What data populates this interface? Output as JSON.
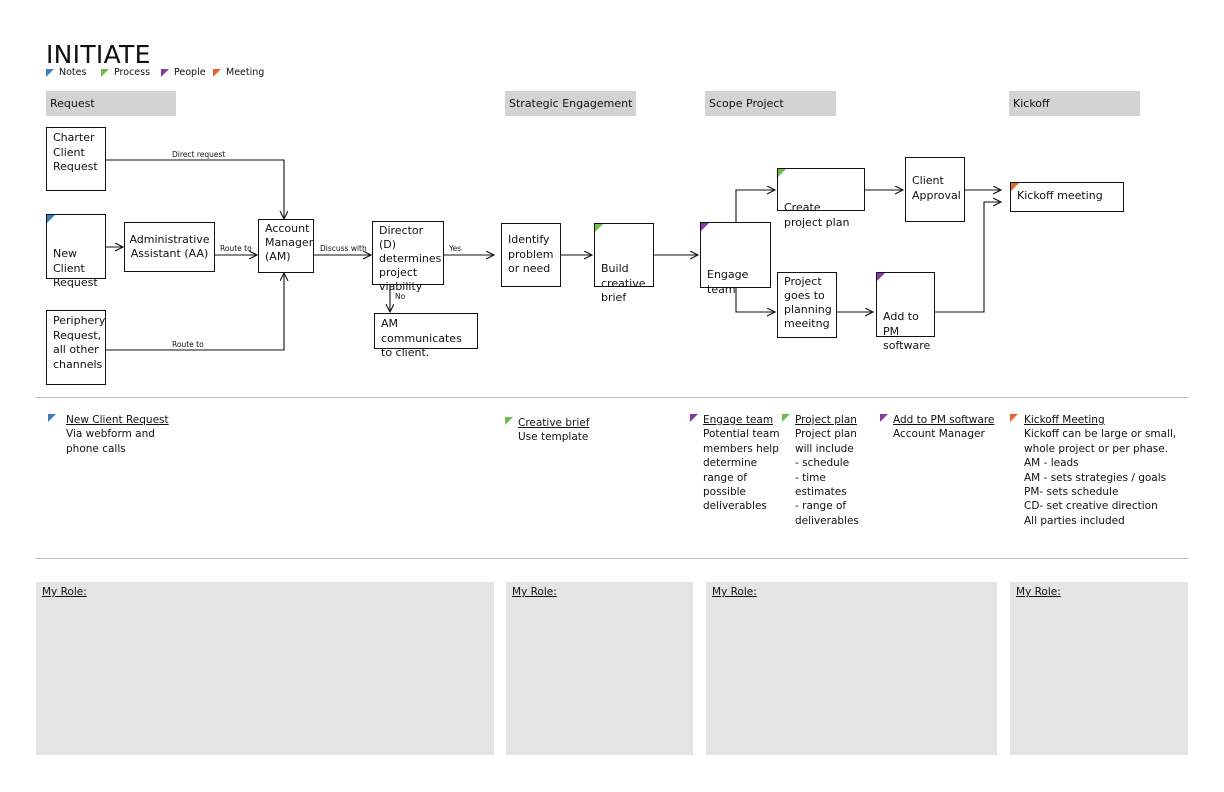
{
  "title": "INITIATE",
  "colors": {
    "notes": "#3b7ec2",
    "process": "#6cc04a",
    "people": "#8a3aa8",
    "meeting": "#e8642a"
  },
  "legend": [
    {
      "label": "Notes",
      "color": "#3b7ec2"
    },
    {
      "label": "Process",
      "color": "#6cc04a"
    },
    {
      "label": "People",
      "color": "#8a3aa8"
    },
    {
      "label": "Meeting",
      "color": "#e8642a"
    }
  ],
  "phases": [
    "Request",
    "Strategic Engagement",
    "Scope Project",
    "Kickoff"
  ],
  "nodes": {
    "charter": "Charter\nClient\nRequest",
    "new_client": "New\nClient\nRequest",
    "periphery": "Periphery\nRequest,\nall other\nchannels",
    "admin": "Administrative\nAssistant (AA)",
    "account_manager": "Account\nManager\n(AM)",
    "director": "Director (D)\ndetermines\nproject\nviability",
    "am_communicates": "AM communicates\nto client.",
    "identify": "Identify\nproblem\nor need",
    "build_brief": "Build\ncreative\nbrief",
    "engage_team": "Engage\nteam",
    "create_plan": "Create\nproject plan",
    "planning_meeting": "Project\ngoes to\nplanning\nmeeitng",
    "client_approval": "Client\nApproval",
    "add_pm": "Add to\nPM\nsoftware",
    "kickoff": "Kickoff meeting"
  },
  "edge_labels": {
    "direct_request": "Direct request",
    "route_to_1": "Route to",
    "route_to_2": "Route to",
    "discuss_with": "Discuss with",
    "yes": "Yes",
    "no": "No"
  },
  "notes": [
    {
      "title": "New Client Request",
      "body": "Via webform and\nphone calls",
      "color": "#3b7ec2"
    },
    {
      "title": "Creative brief",
      "body": "Use template",
      "color": "#6cc04a"
    },
    {
      "title": "Engage team",
      "body": "Potential team\nmembers help\ndetermine\nrange of\npossible\ndeliverables",
      "color": "#8a3aa8"
    },
    {
      "title": "Project plan",
      "body": "Project plan\nwill include\n- schedule\n- time\nestimates\n- range of\ndeliverables",
      "color": "#6cc04a"
    },
    {
      "title": "Add to PM software",
      "body": "Account Manager",
      "color": "#8a3aa8"
    },
    {
      "title": "Kickoff Meeting",
      "body": "Kickoff can be large or small,\nwhole project or per phase.\nAM - leads\nAM - sets strategies / goals\nPM- sets schedule\nCD- set creative direction\nAll parties included",
      "color": "#e8642a"
    }
  ],
  "role_label": "My Role:"
}
